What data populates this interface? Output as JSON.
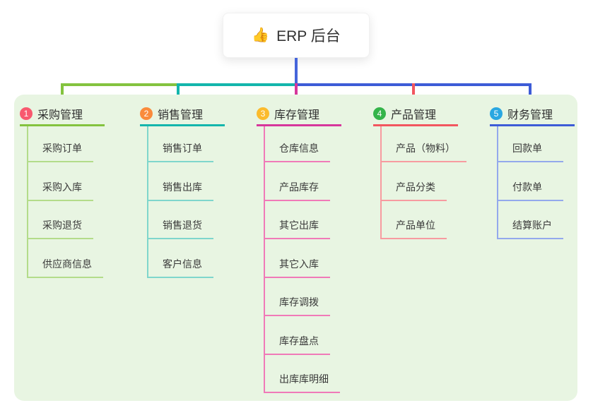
{
  "root": {
    "icon": "thumbs-up",
    "icon_glyph": "👍",
    "label": "ERP 后台"
  },
  "connector": {
    "root_color": "#4565db"
  },
  "panel": {
    "background": "#e8f5e2"
  },
  "branches": [
    {
      "index": "1",
      "label": "采购管理",
      "badge_color": "#f8596f",
      "line_color": "#84c33f",
      "tint_color": "#b3dc8a",
      "items": [
        "采购订单",
        "采购入库",
        "采购退货",
        "供应商信息"
      ]
    },
    {
      "index": "2",
      "label": "销售管理",
      "badge_color": "#fa8b3c",
      "line_color": "#13b6ac",
      "tint_color": "#7fd6cc",
      "items": [
        "销售订单",
        "销售出库",
        "销售退货",
        "客户信息"
      ]
    },
    {
      "index": "3",
      "label": "库存管理",
      "badge_color": "#fbbb2d",
      "line_color": "#d6379b",
      "tint_color": "#f07ab8",
      "items": [
        "仓库信息",
        "产品库存",
        "其它出库",
        "其它入库",
        "库存调拨",
        "库存盘点",
        "出库库明细"
      ]
    },
    {
      "index": "4",
      "label": "产品管理",
      "badge_color": "#34b44a",
      "line_color": "#f2565f",
      "tint_color": "#f79ba0",
      "items": [
        "产品（物料）",
        "产品分类",
        "产品单位"
      ]
    },
    {
      "index": "5",
      "label": "财务管理",
      "badge_color": "#2aa7e1",
      "line_color": "#3d5cd7",
      "tint_color": "#93a9ec",
      "items": [
        "回款单",
        "付款单",
        "结算账户"
      ]
    }
  ]
}
